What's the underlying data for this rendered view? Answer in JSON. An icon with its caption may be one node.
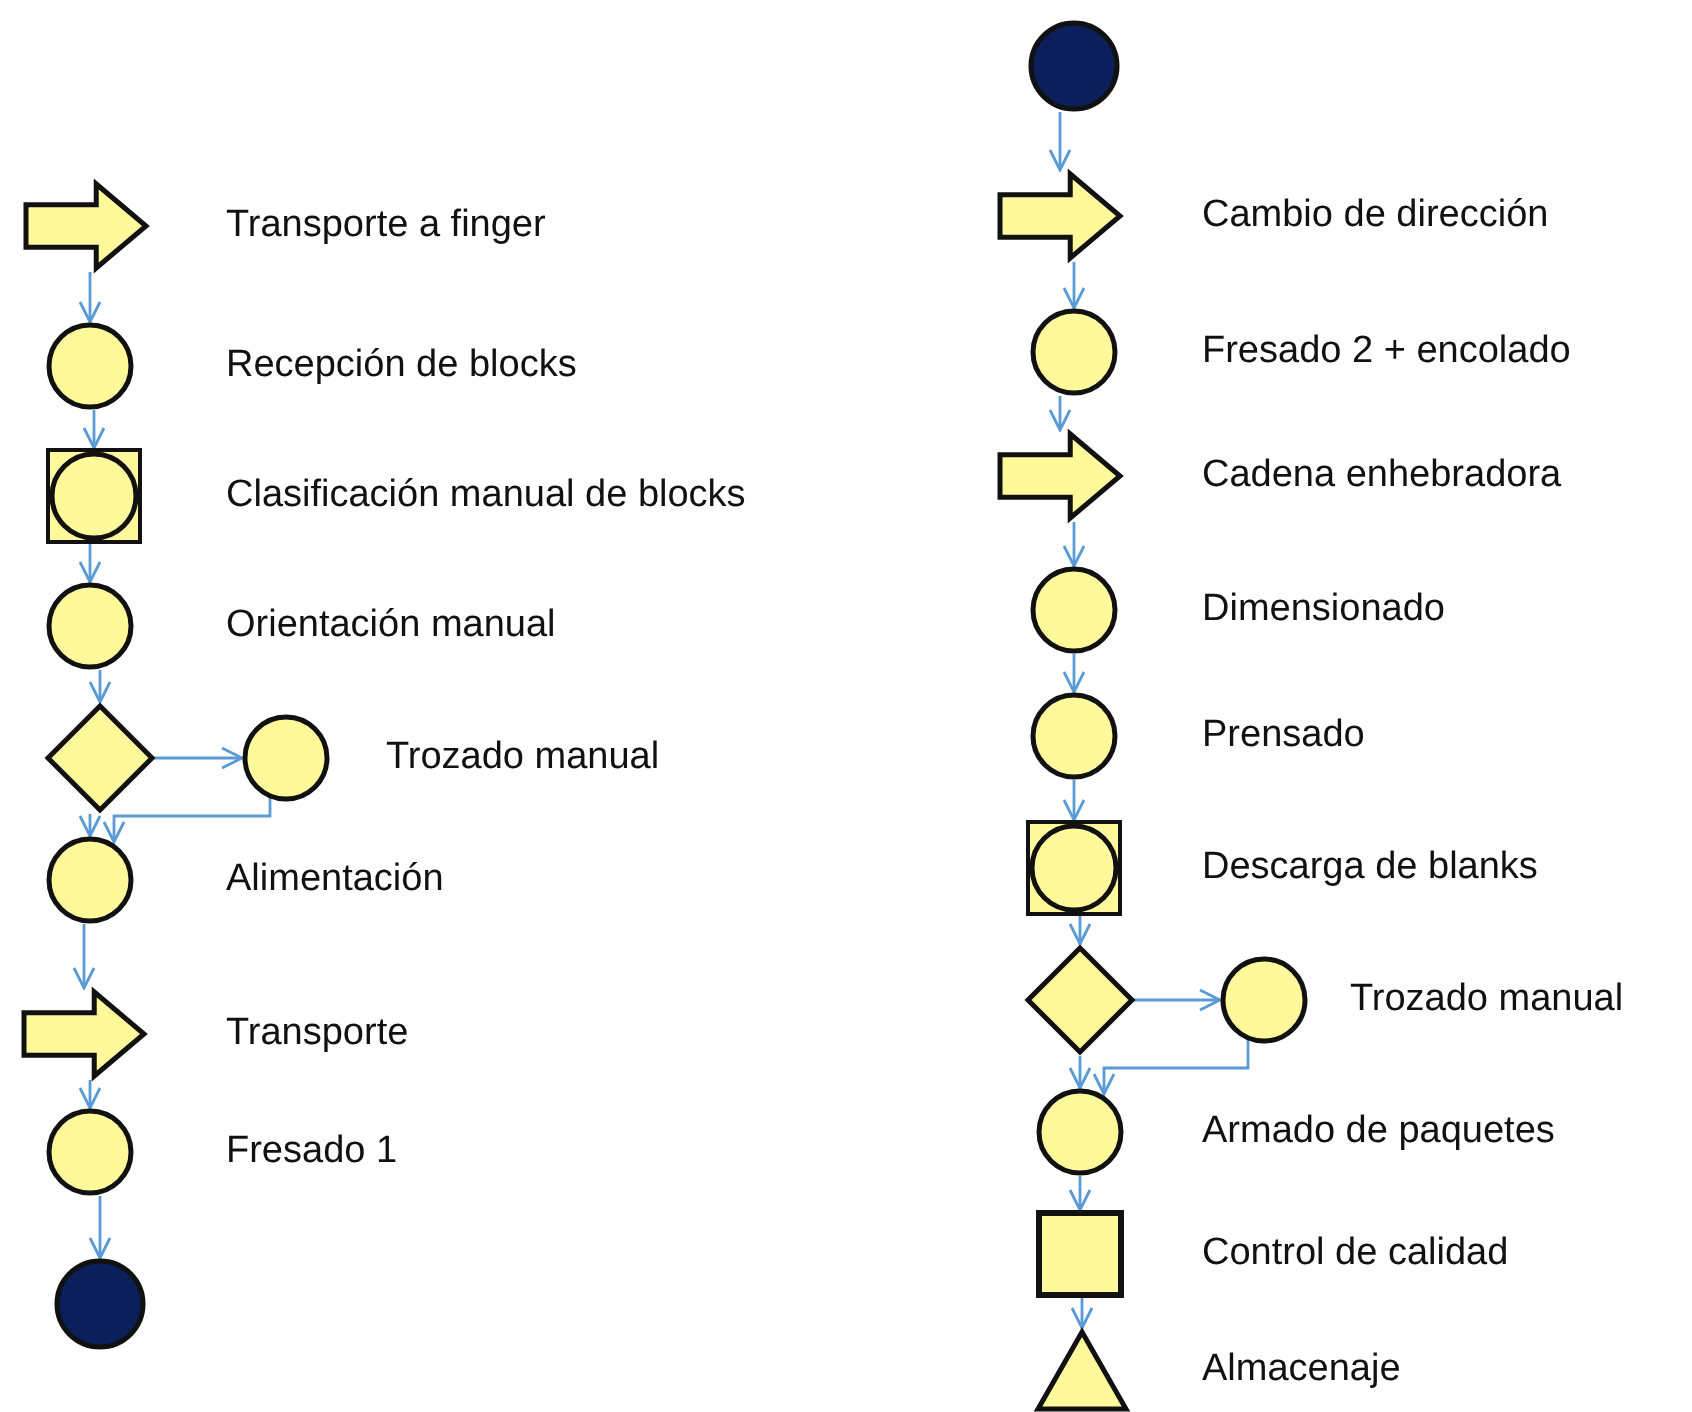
{
  "diagram": {
    "nodes": [
      {
        "text": [],
        "shape": "arrow",
        "beside": [
          "Transporte a finger"
        ]
      },
      {
        "text": [],
        "shape": "circle",
        "beside": [
          "Recepción de blocks"
        ]
      },
      {
        "text": [],
        "shape": "box-circle",
        "beside": [
          "Clasificación manual de blocks"
        ]
      },
      {
        "text": [],
        "shape": "circle",
        "beside": [
          "Orientación manual"
        ]
      },
      {
        "text": [],
        "shape": "diamond"
      },
      {
        "text": [],
        "shape": "circle",
        "beside": [
          "Trozado manual"
        ]
      },
      {
        "text": [],
        "shape": "circle",
        "beside": [
          "Alimentación"
        ]
      },
      {
        "text": [],
        "shape": "arrow",
        "beside": [
          "Transporte"
        ]
      },
      {
        "text": [],
        "shape": "circle",
        "beside": [
          "Fresado 1"
        ]
      },
      {
        "text": [],
        "shape": "disc"
      },
      {
        "text": [],
        "shape": "disc"
      },
      {
        "text": [],
        "shape": "arrow",
        "beside": [
          "Cambio de dirección"
        ]
      },
      {
        "text": [],
        "shape": "circle",
        "beside": [
          "Fresado 2 + encolado"
        ]
      },
      {
        "text": [],
        "shape": "arrow",
        "beside": [
          "Cadena enhebradora"
        ]
      },
      {
        "text": [],
        "shape": "circle",
        "beside": [
          "Dimensionado"
        ]
      },
      {
        "text": [],
        "shape": "circle",
        "beside": [
          "Prensado"
        ]
      },
      {
        "text": [],
        "shape": "box-circle",
        "beside": [
          "Descarga de blanks"
        ]
      },
      {
        "text": [],
        "shape": "diamond"
      },
      {
        "text": [],
        "shape": "circle",
        "beside": [
          "Trozado manual"
        ]
      },
      {
        "text": [],
        "shape": "circle",
        "beside": [
          "Armado de paquetes"
        ]
      },
      {
        "text": [],
        "shape": "box",
        "beside": [
          "Control de calidad"
        ]
      },
      {
        "text": [],
        "shape": "triangle",
        "beside": [
          "Almacenaje"
        ]
      }
    ],
    "edges": [
      {
        "from": 0,
        "to": 1,
        "arrow": "to"
      },
      {
        "from": 1,
        "to": 2,
        "arrow": "to"
      },
      {
        "from": 2,
        "to": 3,
        "arrow": "to"
      },
      {
        "from": 3,
        "to": 4,
        "arrow": "to"
      },
      {
        "from": 4,
        "to": 5,
        "arrow": "to"
      },
      {
        "from": 4,
        "to": 6,
        "arrow": "to"
      },
      {
        "from": 5,
        "to": 6,
        "arrow": "to"
      },
      {
        "from": 6,
        "to": 7,
        "arrow": "to"
      },
      {
        "from": 7,
        "to": 8,
        "arrow": "to"
      },
      {
        "from": 8,
        "to": 9,
        "arrow": "to"
      },
      {
        "from": 10,
        "to": 11,
        "arrow": "to"
      },
      {
        "from": 11,
        "to": 12,
        "arrow": "to"
      },
      {
        "from": 12,
        "to": 13,
        "arrow": "to"
      },
      {
        "from": 13,
        "to": 14,
        "arrow": "to"
      },
      {
        "from": 14,
        "to": 15,
        "arrow": "to"
      },
      {
        "from": 15,
        "to": 16,
        "arrow": "to"
      },
      {
        "from": 16,
        "to": 17,
        "arrow": "to"
      },
      {
        "from": 17,
        "to": 18,
        "arrow": "to"
      },
      {
        "from": 17,
        "to": 19,
        "arrow": "to"
      },
      {
        "from": 18,
        "to": 19,
        "arrow": "to"
      },
      {
        "from": 19,
        "to": 20,
        "arrow": "to"
      },
      {
        "from": 20,
        "to": 21,
        "arrow": "to"
      }
    ]
  }
}
